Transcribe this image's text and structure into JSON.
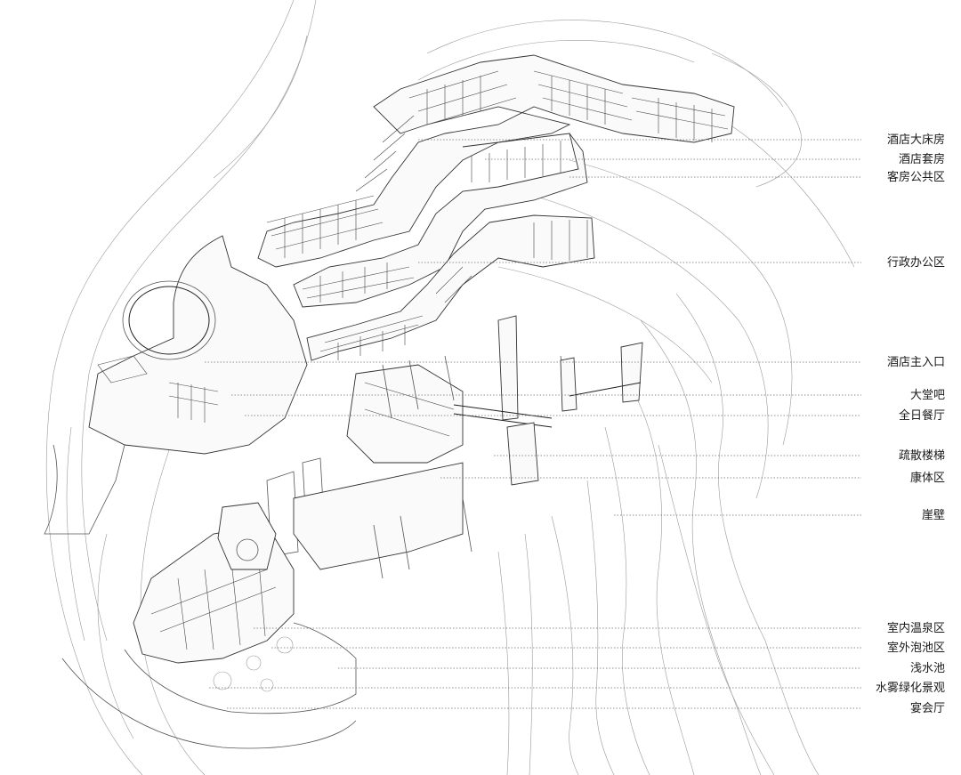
{
  "labels": [
    "酒店大床房",
    "酒店套房",
    "客房公共区",
    "行政办公区",
    "酒店主入口",
    "大堂吧",
    "全日餐厅",
    "疏散楼梯",
    "康体区",
    "崖壁",
    "室内温泉区",
    "室外泡池区",
    "浅水池",
    "水雾绿化景观",
    "宴会厅"
  ],
  "colors": {
    "line": "#333333",
    "terrain": "#9a9a9a",
    "text": "#1a1a1a",
    "background": "#ffffff"
  }
}
